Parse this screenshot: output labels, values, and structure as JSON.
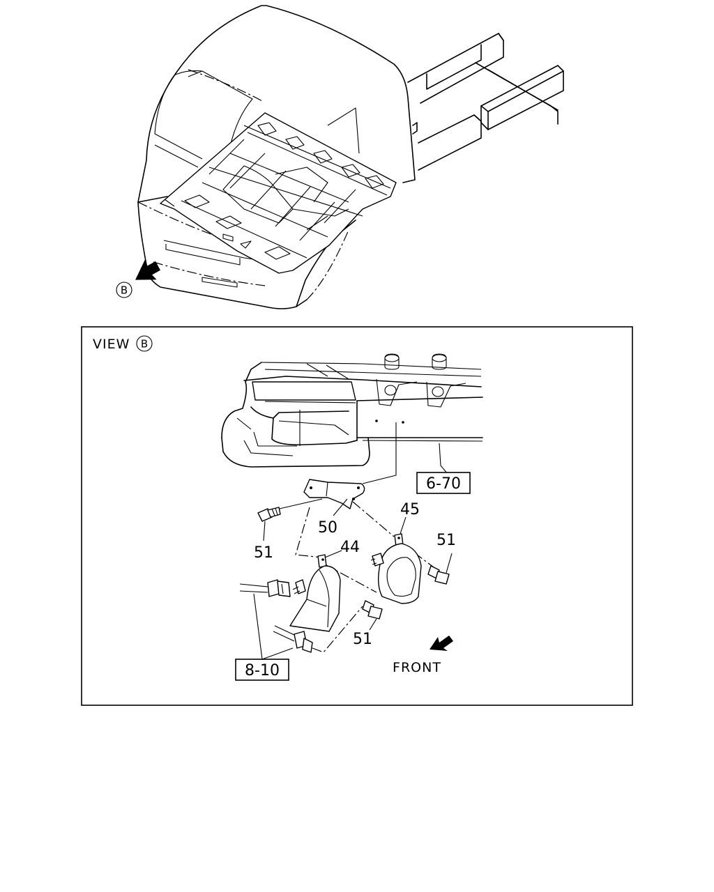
{
  "top_view": {
    "arrow_marker": "B"
  },
  "detail_view": {
    "title": "VIEW",
    "title_marker": "B",
    "direction_label": "FRONT",
    "callouts": {
      "ref_frame": "6-70",
      "ref_harness": "8-10",
      "bracket": "50",
      "horn_low": "44",
      "horn_high": "45",
      "bolt_bracket": "51",
      "bolt_horn_low": "51",
      "bolt_horn_high": "51"
    }
  }
}
